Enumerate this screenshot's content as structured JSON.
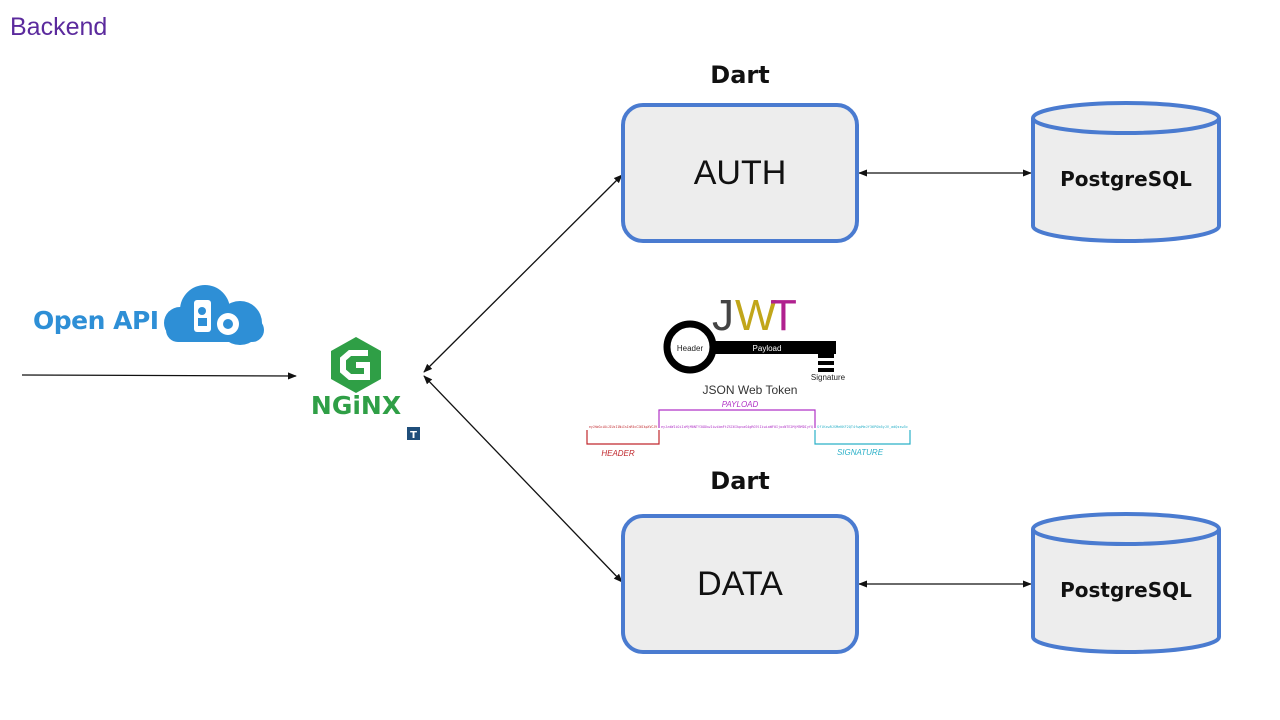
{
  "title": "Backend",
  "colors": {
    "title": "#5b2a9d",
    "box_stroke": "#4a7bd0",
    "box_fill": "#ededed",
    "arrow": "#111111",
    "openapi": "#2e8fd6",
    "nginx": "#2f9f46",
    "jwt_header": "#c0282d",
    "jwt_payload": "#b033c6",
    "jwt_signature": "#2bb0c8"
  },
  "openapi": {
    "label": "Open API",
    "icon": "cloud-camera-icon"
  },
  "nginx": {
    "label": "NGiNX",
    "icon": "nginx-hexagon-icon",
    "badge": "T"
  },
  "auth": {
    "runtime": "Dart",
    "label": "AUTH"
  },
  "data": {
    "runtime": "Dart",
    "label": "DATA"
  },
  "db_auth": {
    "label": "PostgreSQL"
  },
  "db_data": {
    "label": "PostgreSQL"
  },
  "jwt": {
    "logo_j": "J",
    "logo_w": "W",
    "logo_t": "T",
    "key_header": "Header",
    "key_payload": "Payload",
    "key_signature": "Signature",
    "subtitle": "JSON Web Token",
    "payload_label": "PAYLOAD",
    "header_label": "HEADER",
    "signature_label": "SIGNATURE",
    "token_header": "eyJhbGciOiJIUzI1NiIsInR5cCI6IkpXVCJ9",
    "token_payload": "eyJzdWIiOiIxMjM0NTY3ODkwIiwibmFtZSI6IkpvaG4gRG9lIiwiaWF0IjoxNTE2MjM5MDIyfQ",
    "token_signature": "SflKxwRJSMeKKF2QT4fwpMeJf36POk6yJV_adQssw5c"
  }
}
